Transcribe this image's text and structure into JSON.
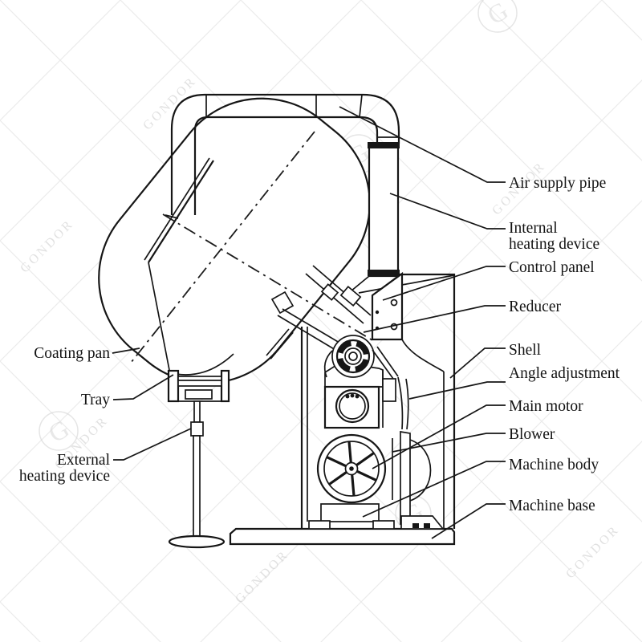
{
  "diagram": {
    "subject": "coating-machine-part-diagram",
    "colors": {
      "line": "#161616",
      "label_text": "#131313",
      "watermark": "#c9c9c9",
      "background": "#ffffff"
    },
    "watermark": {
      "text": "GONDOR",
      "logo_letter": "G"
    },
    "labels": {
      "air_supply_pipe": "Air supply pipe",
      "internal_heating_line1": "Internal",
      "internal_heating_line2": "heating device",
      "control_panel": "Control panel",
      "reducer": "Reducer",
      "shell": "Shell",
      "angle_adjustment": "Angle adjustment",
      "main_motor": "Main motor",
      "blower": "Blower",
      "machine_body": "Machine body",
      "machine_base": "Machine base",
      "coating_pan": "Coating pan",
      "tray": "Tray",
      "external_heating_line1": "External",
      "external_heating_line2": "heating device"
    }
  }
}
